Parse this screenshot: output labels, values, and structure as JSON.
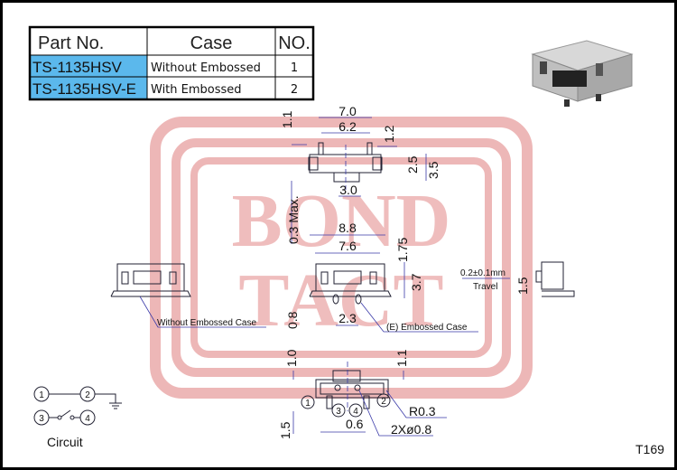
{
  "table": {
    "headers": [
      "Part No.",
      "Case",
      "NO."
    ],
    "rows": [
      {
        "part": "TS-1135HSV",
        "case": "Without Embossed",
        "no": "1"
      },
      {
        "part": "TS-1135HSV-E",
        "case": "With Embossed",
        "no": "2"
      }
    ],
    "highlight_color": "#5bb8ec"
  },
  "watermark": {
    "line1": "BOND",
    "line2": "TACT",
    "color": "#e8a0a0"
  },
  "dimensions": {
    "top_view": [
      "7.0",
      "6.2",
      "1.1",
      "1.2",
      "2.5",
      "3.5",
      "3.0",
      "0.3 Max."
    ],
    "front_view": [
      "8.8",
      "7.6",
      "1.75",
      "3.7",
      "2.3",
      "0.8"
    ],
    "bottom_view": [
      "1.0",
      "1.1",
      "R0.3",
      "2Xø0.8",
      "0.6",
      "1.5"
    ]
  },
  "labels": {
    "without_embossed": "Without Embossed Case",
    "embossed": "(E) Embossed Case",
    "travel_value": "0.2±0.1mm",
    "travel": "Travel",
    "travel_dim": "1.5",
    "circuit": "Circuit",
    "drawing_code": "T169"
  },
  "circuit": {
    "pins": [
      "1",
      "2",
      "3",
      "4"
    ]
  },
  "bottom_pins": [
    "1",
    "2",
    "3",
    "4"
  ]
}
